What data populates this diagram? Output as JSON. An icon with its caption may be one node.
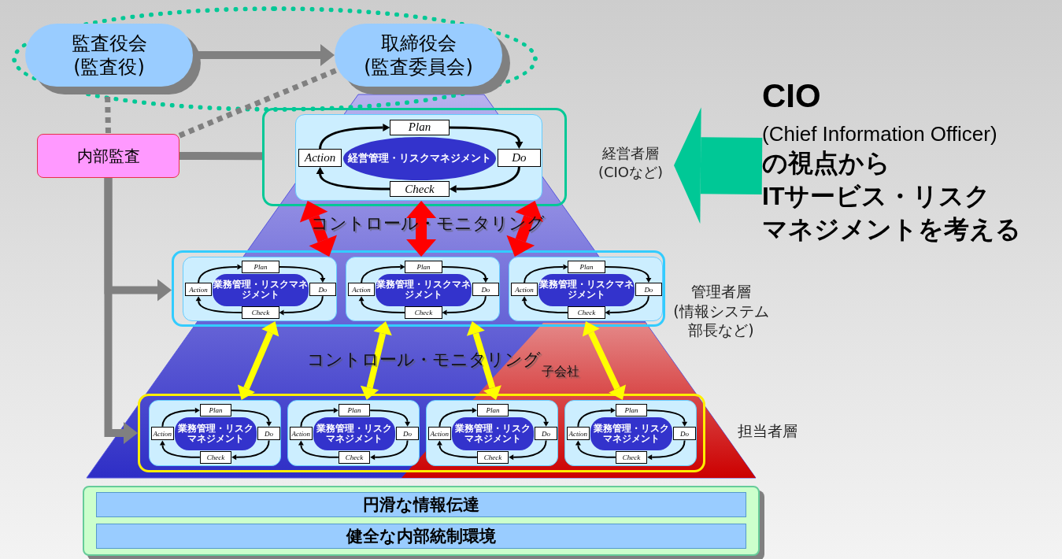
{
  "diagram": {
    "nodes": [
      {
        "text": [],
        "shape": "ellipse"
      },
      {
        "text": [
          "監査役会",
          "(監査役)"
        ],
        "in": 0
      },
      {
        "text": [
          "取締役会",
          "(監査委員会)"
        ],
        "in": 0
      },
      {
        "text": [
          "内部監査"
        ]
      },
      {
        "text": [],
        "shape": "box"
      },
      {
        "text": [],
        "shape": "box",
        "in": 4
      },
      {
        "text": [
          "Plan"
        ],
        "in": 5
      },
      {
        "text": [
          "Do"
        ],
        "in": 5
      },
      {
        "text": [
          "Check"
        ],
        "in": 5
      },
      {
        "text": [
          "Action"
        ],
        "in": 5
      },
      {
        "text": [
          "経営管理・リスクマネジメント"
        ],
        "in": 5
      },
      {
        "text": [],
        "shape": "box",
        "beside": [
          "管理者層",
          "(情報システム部長など)"
        ]
      },
      {
        "text": [],
        "shape": "box",
        "in": 11
      },
      {
        "text": [
          "Plan"
        ],
        "in": 12
      },
      {
        "text": [
          "Do"
        ],
        "in": 12
      },
      {
        "text": [
          "Check"
        ],
        "in": 12
      },
      {
        "text": [
          "Action"
        ],
        "in": 12
      },
      {
        "text": [
          "業務管理・リスクマネジメント"
        ],
        "in": 12
      },
      {
        "text": [],
        "shape": "box",
        "in": 11
      },
      {
        "text": [
          "Plan"
        ],
        "in": 18
      },
      {
        "text": [
          "Do"
        ],
        "in": 18
      },
      {
        "text": [
          "Check"
        ],
        "in": 18
      },
      {
        "text": [
          "Action"
        ],
        "in": 18
      },
      {
        "text": [
          "業務管理・リスクマネジメント"
        ],
        "in": 18
      },
      {
        "text": [],
        "shape": "box",
        "in": 11
      },
      {
        "text": [
          "Plan"
        ],
        "in": 24
      },
      {
        "text": [
          "Do"
        ],
        "in": 24
      },
      {
        "text": [
          "Check"
        ],
        "in": 24
      },
      {
        "text": [
          "Action"
        ],
        "in": 24
      },
      {
        "text": [
          "業務管理・リスクマネジメント"
        ],
        "in": 24
      },
      {
        "text": [],
        "shape": "box",
        "beside": [
          "担当者層"
        ]
      },
      {
        "text": [],
        "shape": "box",
        "in": 30
      },
      {
        "text": [
          "Plan"
        ],
        "in": 31
      },
      {
        "text": [
          "Do"
        ],
        "in": 31
      },
      {
        "text": [
          "Check"
        ],
        "in": 31
      },
      {
        "text": [
          "Action"
        ],
        "in": 31
      },
      {
        "text": [
          "業務管理・リスクマネジメント"
        ],
        "in": 31
      },
      {
        "text": [],
        "shape": "box",
        "in": 30
      },
      {
        "text": [
          "Plan"
        ],
        "in": 37
      },
      {
        "text": [
          "Do"
        ],
        "in": 37
      },
      {
        "text": [
          "Check"
        ],
        "in": 37
      },
      {
        "text": [
          "Action"
        ],
        "in": 37
      },
      {
        "text": [
          "業務管理・リスクマネジメント"
        ],
        "in": 37
      },
      {
        "text": [],
        "shape": "box",
        "in": 30
      },
      {
        "text": [
          "Plan"
        ],
        "in": 43
      },
      {
        "text": [
          "Do"
        ],
        "in": 43
      },
      {
        "text": [
          "Check"
        ],
        "in": 43
      },
      {
        "text": [
          "Action"
        ],
        "in": 43
      },
      {
        "text": [
          "業務管理・リスクマネジメント"
        ],
        "in": 43
      },
      {
        "text": [],
        "shape": "box",
        "in": 30
      },
      {
        "text": [
          "Plan"
        ],
        "in": 49
      },
      {
        "text": [
          "Do"
        ],
        "in": 49
      },
      {
        "text": [
          "Check"
        ],
        "in": 49
      },
      {
        "text": [
          "Action"
        ],
        "in": 49
      },
      {
        "text": [
          "業務管理・リスクマネジメント"
        ],
        "in": 49
      },
      {
        "text": [],
        "shape": "box"
      },
      {
        "text": [
          "円滑な情報伝達"
        ],
        "in": 55
      },
      {
        "text": [
          "健全な内部統制環境"
        ],
        "in": 55
      },
      {
        "text": [
          "経営者層",
          "(CIOなど)"
        ]
      },
      {
        "text": [
          "CIO",
          "(Chief Information Officer)",
          "の視点から",
          "ITサービス・リスク",
          "マネジメントを考える"
        ]
      }
    ],
    "edges": [
      {
        "from": 1,
        "to": 2,
        "arrow": "to",
        "style": "thick",
        "color": "#808080"
      },
      {
        "from": 1,
        "to": 3,
        "arrow": "none",
        "style": "dashed",
        "color": "#808080"
      },
      {
        "from": 3,
        "to": 2,
        "arrow": "none",
        "style": "dashed",
        "color": "#808080"
      },
      {
        "from": 3,
        "to": 4,
        "arrow": "none",
        "style": "thick",
        "color": "#808080"
      },
      {
        "from": 3,
        "to": 11,
        "arrow": "to",
        "style": "thick",
        "color": "#808080"
      },
      {
        "from": 3,
        "to": 30,
        "arrow": "to",
        "style": "thick",
        "color": "#808080"
      },
      {
        "from": 5,
        "to": 12,
        "arrow": "both",
        "style": "thick",
        "color": "#ff0000"
      },
      {
        "from": 5,
        "to": 18,
        "arrow": "both",
        "style": "thick",
        "color": "#ff0000"
      },
      {
        "from": 5,
        "to": 24,
        "arrow": "both",
        "style": "thick",
        "color": "#ff0000"
      },
      {
        "from": 12,
        "to": 31,
        "arrow": "both",
        "style": "thick",
        "color": "#ffff00"
      },
      {
        "from": 18,
        "to": 37,
        "arrow": "both",
        "style": "thick",
        "color": "#ffff00"
      },
      {
        "from": 18,
        "to": 43,
        "arrow": "both",
        "style": "thick",
        "color": "#ffff00"
      },
      {
        "from": 24,
        "to": 49,
        "arrow": "both",
        "style": "thick",
        "color": "#ffff00"
      },
      {
        "from": 59,
        "to": 58,
        "arrow": "to",
        "style": "thick",
        "color": "#00c896"
      },
      {
        "from": 6,
        "to": 7,
        "arrow": "to"
      },
      {
        "from": 7,
        "to": 8,
        "arrow": "to"
      },
      {
        "from": 8,
        "to": 9,
        "arrow": "to"
      },
      {
        "from": 9,
        "to": 6,
        "arrow": "to"
      },
      {
        "from": 13,
        "to": 14,
        "arrow": "to"
      },
      {
        "from": 14,
        "to": 15,
        "arrow": "to"
      },
      {
        "from": 15,
        "to": 16,
        "arrow": "to"
      },
      {
        "from": 16,
        "to": 13,
        "arrow": "to"
      },
      {
        "from": 19,
        "to": 20,
        "arrow": "to"
      },
      {
        "from": 20,
        "to": 21,
        "arrow": "to"
      },
      {
        "from": 21,
        "to": 22,
        "arrow": "to"
      },
      {
        "from": 22,
        "to": 19,
        "arrow": "to"
      },
      {
        "from": 25,
        "to": 26,
        "arrow": "to"
      },
      {
        "from": 26,
        "to": 27,
        "arrow": "to"
      },
      {
        "from": 27,
        "to": 28,
        "arrow": "to"
      },
      {
        "from": 28,
        "to": 25,
        "arrow": "to"
      },
      {
        "from": 32,
        "to": 33,
        "arrow": "to"
      },
      {
        "from": 33,
        "to": 34,
        "arrow": "to"
      },
      {
        "from": 34,
        "to": 35,
        "arrow": "to"
      },
      {
        "from": 35,
        "to": 32,
        "arrow": "to"
      },
      {
        "from": 38,
        "to": 39,
        "arrow": "to"
      },
      {
        "from": 39,
        "to": 40,
        "arrow": "to"
      },
      {
        "from": 40,
        "to": 41,
        "arrow": "to"
      },
      {
        "from": 41,
        "to": 38,
        "arrow": "to"
      },
      {
        "from": 44,
        "to": 45,
        "arrow": "to"
      },
      {
        "from": 45,
        "to": 46,
        "arrow": "to"
      },
      {
        "from": 46,
        "to": 47,
        "arrow": "to"
      },
      {
        "from": 47,
        "to": 44,
        "arrow": "to"
      },
      {
        "from": 50,
        "to": 51,
        "arrow": "to"
      },
      {
        "from": 51,
        "to": 52,
        "arrow": "to"
      },
      {
        "from": 52,
        "to": 53,
        "arrow": "to"
      },
      {
        "from": 53,
        "to": 50,
        "arrow": "to"
      }
    ],
    "labels": [
      "コントロール・モニタリング",
      "コントロール・モニタリング",
      "子会社"
    ]
  }
}
